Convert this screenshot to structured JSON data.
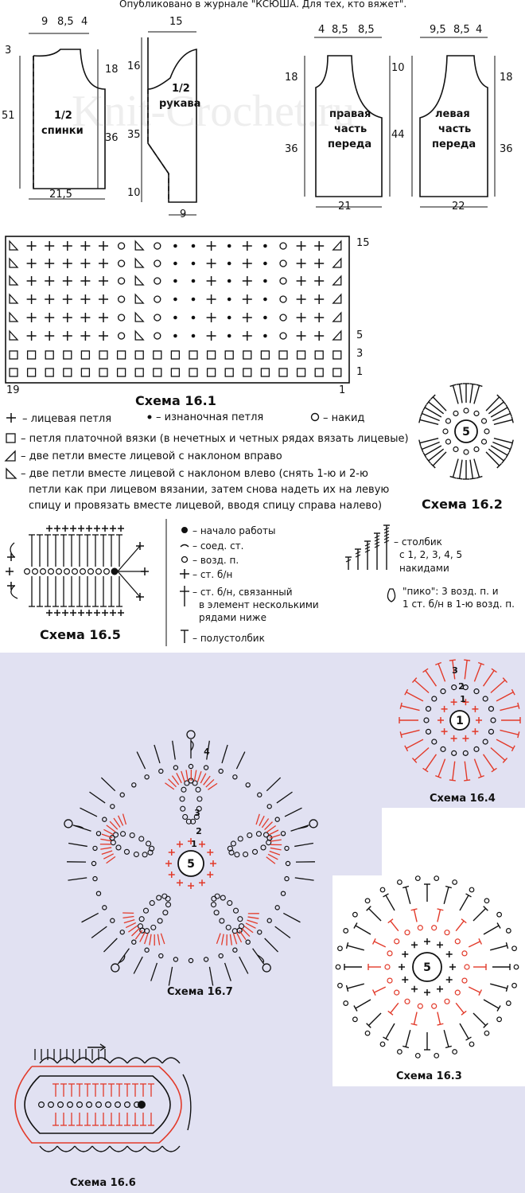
{
  "header": "Опубликовано в журнале \"КСЮША. Для тех, кто вяжет\".",
  "watermark": "Knit-Crochet.ru",
  "colors": {
    "ink": "#111111",
    "red": "#e23a2a",
    "lavender": "#e1e1f2",
    "dash": "#111111"
  },
  "pieces": {
    "back": {
      "name": "1/2 спинки",
      "name_l1": "1/2",
      "name_l2": "спинки",
      "top_dims": [
        "9",
        "8,5",
        "4"
      ],
      "left_dims": [
        "3",
        "51"
      ],
      "right_dims": [
        "18",
        "36"
      ],
      "bottom_dim": "21,5"
    },
    "sleeve": {
      "name_l1": "1/2",
      "name_l2": "рукава",
      "top_dim": "15",
      "left_dims": [
        "16",
        "35",
        "10"
      ],
      "bottom_dim": "9"
    },
    "right_front": {
      "name_l1": "правая",
      "name_l2": "часть",
      "name_l3": "переда",
      "top_dims": [
        "4",
        "8,5",
        "8,5"
      ],
      "left_dims": [
        "18",
        "36"
      ],
      "right_dims": [
        "10",
        "44"
      ],
      "bottom_dim": "21"
    },
    "left_front": {
      "name_l1": "левая",
      "name_l2": "часть",
      "name_l3": "переда",
      "top_dims": [
        "9,5",
        "8,5",
        "4"
      ],
      "right_dims": [
        "18",
        "36"
      ],
      "bottom_dim": "22"
    }
  },
  "scheme161": {
    "caption": "Схема 16.1",
    "row_numbers": [
      "15",
      "5",
      "3",
      "1"
    ],
    "col_numbers": [
      "19",
      "1"
    ]
  },
  "legend161": [
    {
      "symbol": "+",
      "text": "– лицевая петля"
    },
    {
      "symbol": "•",
      "text": "– изнаночная петля"
    },
    {
      "symbol": "o",
      "text": "– накид"
    },
    {
      "symbol": "□",
      "text": "– петля платочной вязки (в нечетных и четных рядах вязать лицевые)"
    },
    {
      "symbol": "◿",
      "text": "– две петли вместе лицевой с наклоном вправо"
    },
    {
      "symbol": "◺",
      "text": "– две петли вместе лицевой с наклоном влево (снять 1-ю и 2-ю"
    },
    {
      "symbol": "",
      "text": "петли как при лицевом вязании, затем снова надеть их на левую"
    },
    {
      "symbol": "",
      "text": "спицу и провязать вместе лицевой, вводя спицу справа налево)"
    }
  ],
  "scheme162": {
    "caption": "Схема 16.2",
    "center": "5"
  },
  "scheme165": {
    "caption": "Схема 16.5"
  },
  "legend_crochet": [
    {
      "text": "– начало работы"
    },
    {
      "text": "– соед. ст."
    },
    {
      "text": "– возд. п."
    },
    {
      "text": "– ст. б/н"
    },
    {
      "text": "– ст. б/н, связанный"
    },
    {
      "text": "в элемент несколькими"
    },
    {
      "text": "рядами ниже"
    },
    {
      "text": "– полустолбик"
    }
  ],
  "legend_columns": [
    "– столбик",
    "с 1, 2, 3, 4, 5",
    "накидами"
  ],
  "legend_picot": [
    "\"пико\": 3 возд. п. и",
    "1 ст. б/н в 1-ю возд. п."
  ],
  "scheme164": {
    "caption": "Схема 16.4",
    "center": "1",
    "rows": [
      "3",
      "2",
      "1"
    ]
  },
  "scheme167": {
    "caption": "Схема 16.7",
    "center": "5",
    "rows": [
      "4",
      "3",
      "2",
      "1"
    ]
  },
  "scheme163": {
    "caption": "Схема 16.3",
    "center": "5"
  },
  "scheme166": {
    "caption": "Схема 16.6"
  }
}
